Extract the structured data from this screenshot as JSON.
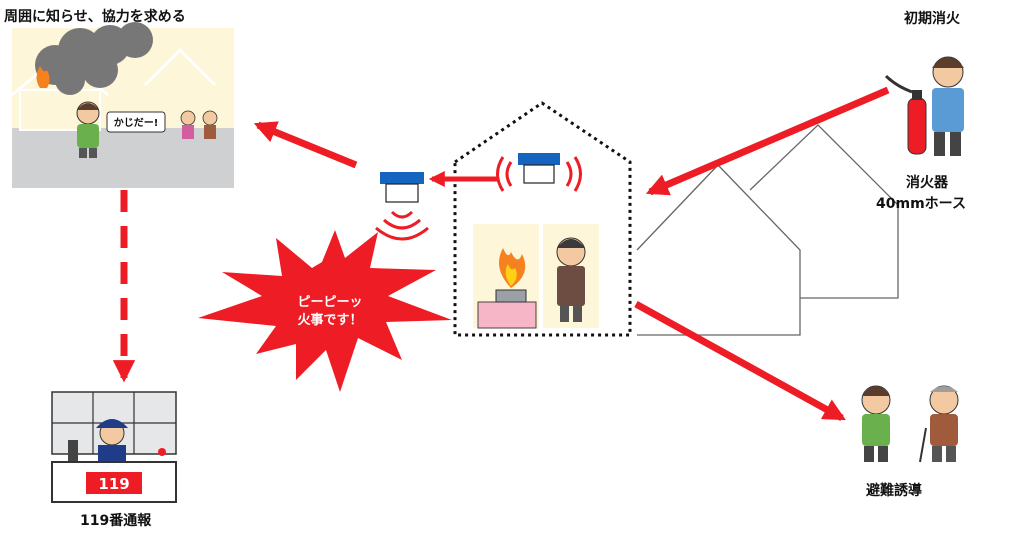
{
  "labels": {
    "notify_neighbors": "周囲に知らせ、協力を求める",
    "initial_fire_fighting": "初期消火",
    "extinguisher": "消火器",
    "hose": "40mmホース",
    "call_119": "119番通報",
    "evacuation": "避難誘導"
  },
  "speech": {
    "shout": "かじだー!",
    "alarm_line1": "ピーピーッ",
    "alarm_line2": "火事です！"
  },
  "dispatch_desk_number": "119",
  "colors": {
    "arrow": "#ee1c24",
    "alarm_burst": "#ee1c24",
    "detector": "#1565c0",
    "wall_pink": "#f7b6c8",
    "ground_gray": "#cfd0d2"
  }
}
